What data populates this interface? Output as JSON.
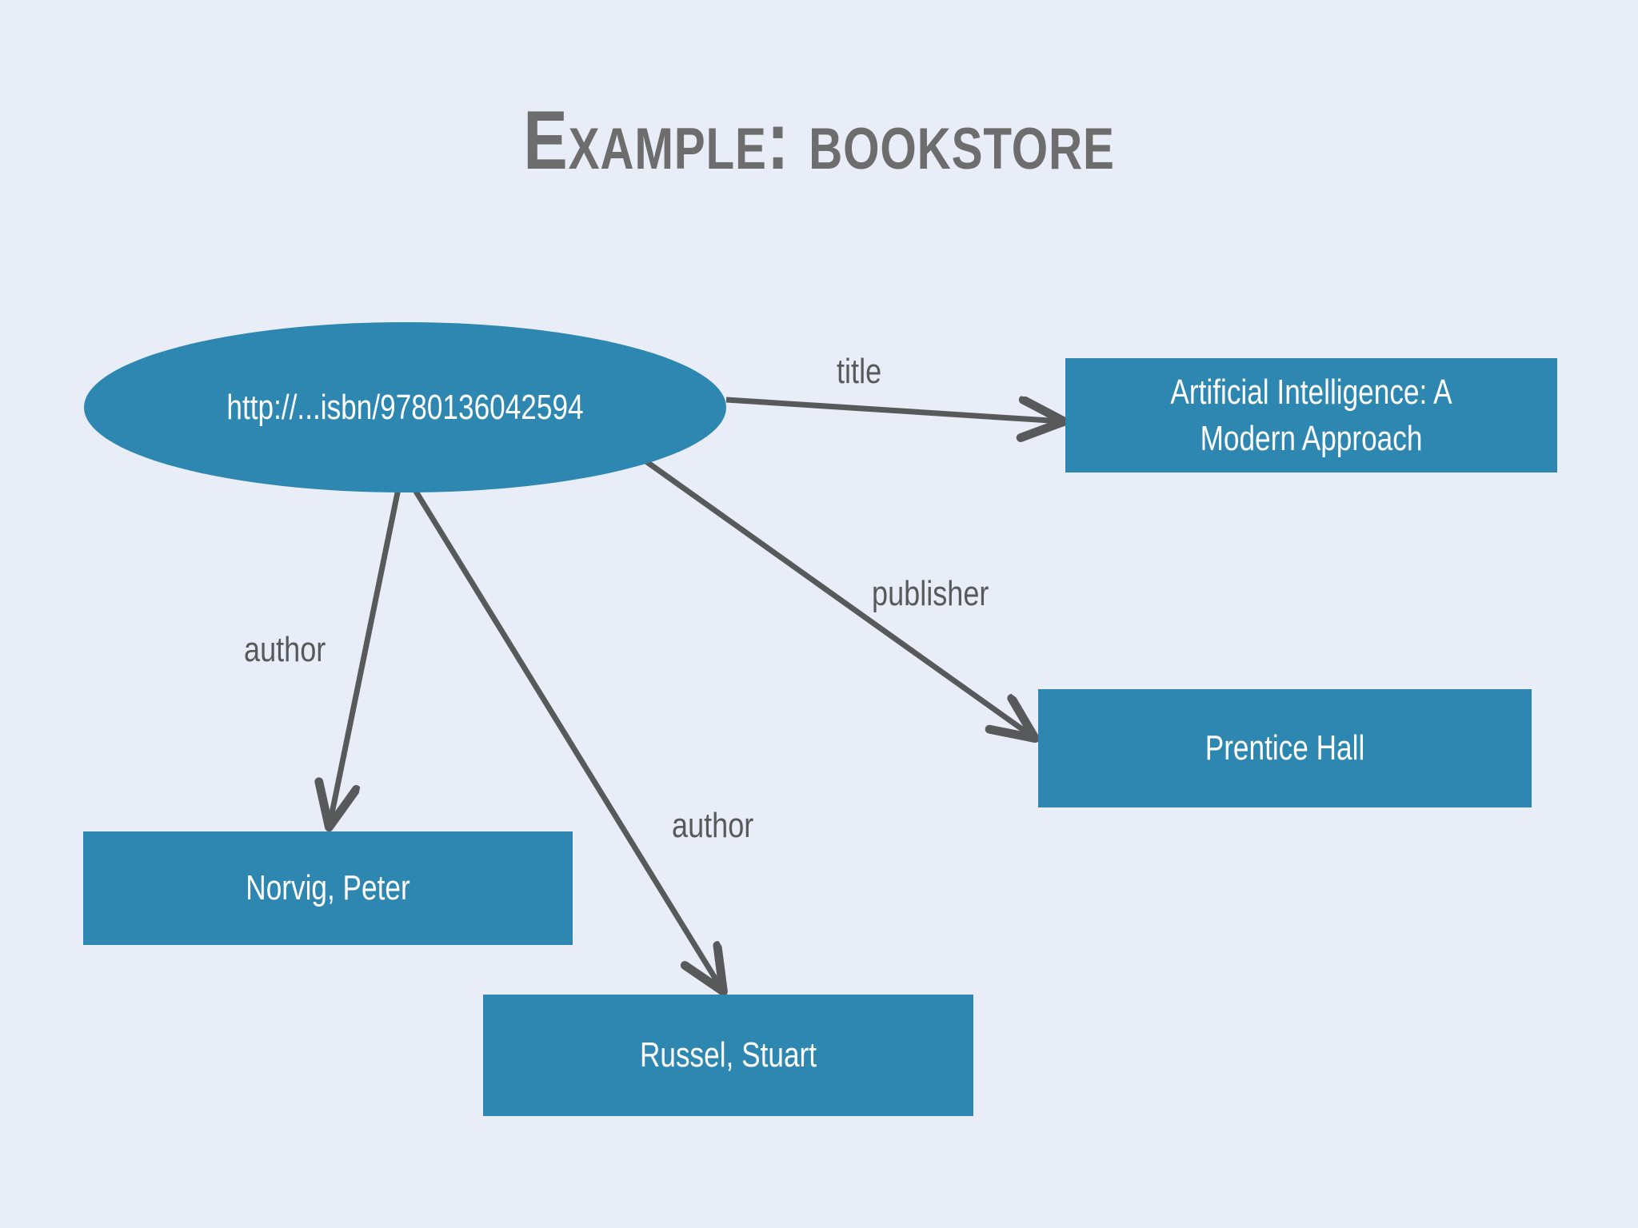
{
  "slide": {
    "title": "Example: bookstore",
    "background_color": "#e8edf7",
    "node_color": "#2d87b0",
    "node_text_color": "#ffffff",
    "edge_color": "#58595b",
    "title_color": "#6d6d6d"
  },
  "graph": {
    "type": "rdf-graph",
    "nodes": [
      {
        "id": "subject",
        "shape": "ellipse",
        "label": "http://...isbn/9780136042594"
      },
      {
        "id": "title",
        "shape": "rectangle",
        "label": "Artificial Intelligence: A Modern Approach"
      },
      {
        "id": "publisher",
        "shape": "rectangle",
        "label": "Prentice Hall"
      },
      {
        "id": "author1",
        "shape": "rectangle",
        "label": "Norvig, Peter"
      },
      {
        "id": "author2",
        "shape": "rectangle",
        "label": "Russel, Stuart"
      }
    ],
    "edges": [
      {
        "from": "subject",
        "to": "title",
        "label": "title"
      },
      {
        "from": "subject",
        "to": "publisher",
        "label": "publisher"
      },
      {
        "from": "subject",
        "to": "author1",
        "label": "author"
      },
      {
        "from": "subject",
        "to": "author2",
        "label": "author"
      }
    ]
  }
}
